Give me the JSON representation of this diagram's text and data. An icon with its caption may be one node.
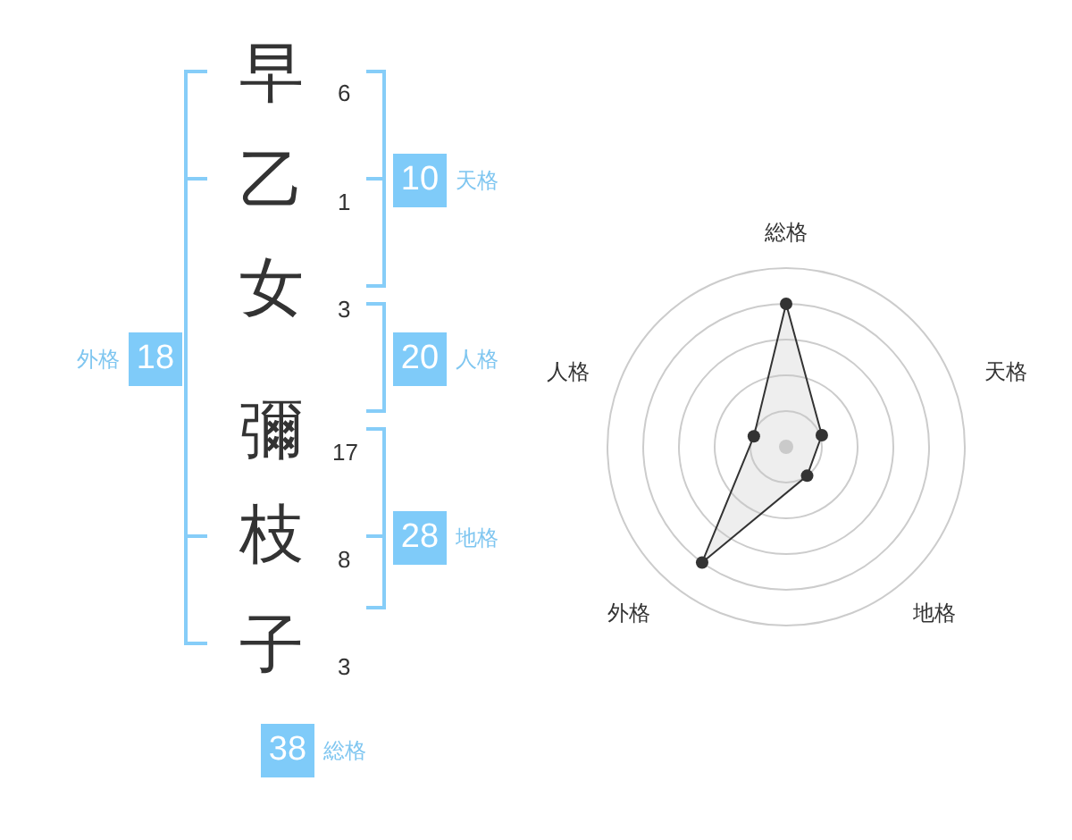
{
  "diagram": {
    "nodes": [
      {
        "text": [
          "10"
        ],
        "beside": [
          "天格"
        ]
      },
      {
        "text": [
          "18"
        ],
        "beside": [
          "外格"
        ]
      },
      {
        "text": [
          "20"
        ],
        "beside": [
          "人格"
        ]
      },
      {
        "text": [
          "28"
        ],
        "beside": [
          "地格"
        ]
      },
      {
        "text": [
          "38"
        ],
        "beside": [
          "総格"
        ]
      }
    ],
    "labels": [
      "早",
      "6",
      "乙",
      "1",
      "女",
      "3",
      "彌",
      "17",
      "枝",
      "8",
      "子",
      "3",
      "総格",
      "人格",
      "天格",
      "外格",
      "地格"
    ]
  }
}
